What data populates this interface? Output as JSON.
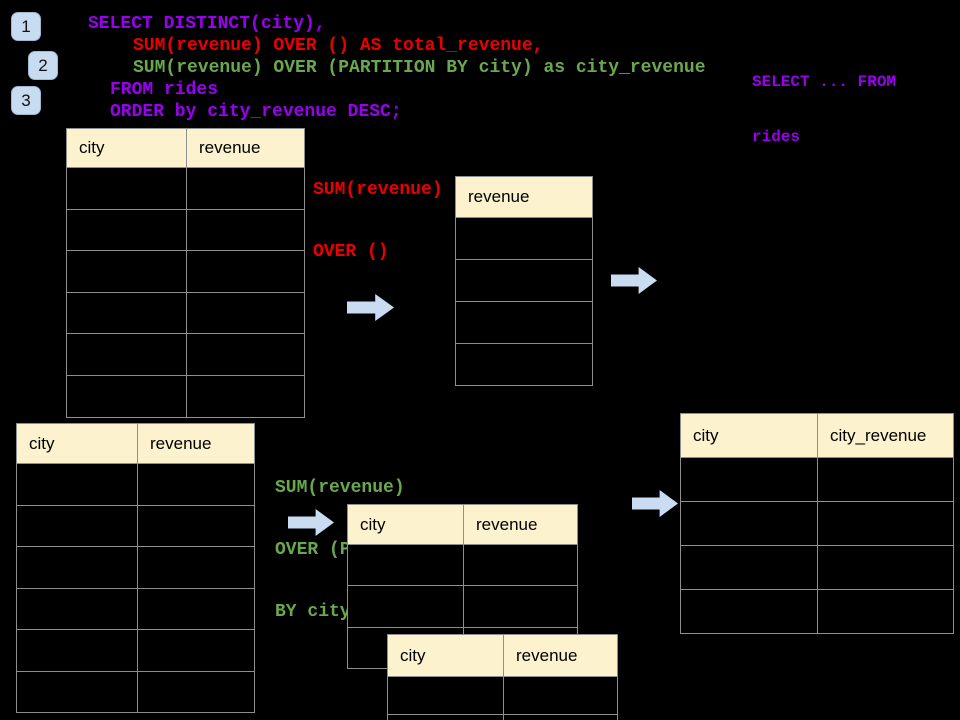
{
  "slide": {
    "badges": [
      {
        "label": "1"
      },
      {
        "label": "2"
      },
      {
        "label": "3"
      }
    ],
    "sql_code": {
      "lines": [
        {
          "text": "SELECT DISTINCT(city),",
          "color": "#9A00F0"
        },
        {
          "text": "SUM(revenue) OVER () AS total_revenue,",
          "color": "#EA0000"
        },
        {
          "text": "SUM(revenue) OVER (PARTITION BY city) as city_revenue",
          "color": "#6AA84F"
        },
        {
          "text": "FROM rides",
          "color": "#9A00F0"
        },
        {
          "text": "ORDER by city_revenue DESC;",
          "color": "#9A00F0"
        }
      ]
    },
    "annotations": {
      "from_note": {
        "lines": [
          "SELECT ... FROM",
          "rides"
        ],
        "color": "#9A00F0"
      },
      "total_note": {
        "lines": [
          "SUM(revenue)",
          "OVER ()"
        ],
        "color": "#EA0000"
      },
      "partition_note": {
        "lines": [
          "SUM(revenue)",
          "OVER (PARTITION",
          "BY city)"
        ],
        "color": "#6AA84F"
      }
    },
    "tables": {
      "source_top": {
        "headers": [
          "city",
          "revenue"
        ],
        "empty_rows": 6
      },
      "total_revenue": {
        "headers": [
          "revenue"
        ],
        "empty_rows": 4
      },
      "source_bottom": {
        "headers": [
          "city",
          "revenue"
        ],
        "empty_rows": 6
      },
      "partition_back": {
        "headers": [
          "city",
          "revenue"
        ],
        "empty_rows": 3
      },
      "partition_front": {
        "headers": [
          "city",
          "revenue"
        ],
        "empty_rows": 2
      },
      "result": {
        "headers": [
          "city",
          "city_revenue"
        ],
        "empty_rows": 4
      }
    },
    "icons": {
      "arrow": "right-block-arrow"
    },
    "colors": {
      "header_fill": "#FCF2CE",
      "table_border": "#8E8E8E",
      "arrow_fill": "#C9DCF2",
      "badge_fill": "#C7DCF1",
      "background": "#000000"
    }
  }
}
